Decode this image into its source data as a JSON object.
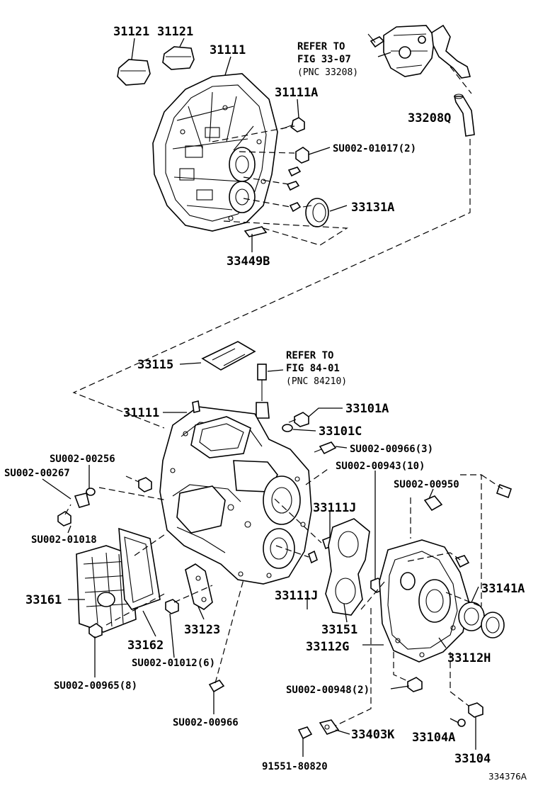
{
  "diagram": {
    "figure_number": "334376A",
    "labels": {
      "p31121a": "31121",
      "p31121b": "31121",
      "p31111_top": "31111",
      "p31111A": "31111A",
      "p33208_refer_1": "REFER TO",
      "p33208_refer_2": "FIG 33-07",
      "p33208_refer_3": "(PNC 33208)",
      "p33208Q": "33208Q",
      "pSU002_01017": "SU002-01017(2)",
      "p33131A": "33131A",
      "p33449B": "33449B",
      "p33115": "33115",
      "p84210_refer_1": "REFER TO",
      "p84210_refer_2": "FIG 84-01",
      "p84210_refer_3": "(PNC 84210)",
      "p31111_mid": "31111",
      "p33101A": "33101A",
      "p33101C": "33101C",
      "pSU002_00966_3": "SU002-00966(3)",
      "pSU002_00256": "SU002-00256",
      "pSU002_00943": "SU002-00943(10)",
      "pSU002_00267": "SU002-00267",
      "pSU002_00950": "SU002-00950",
      "pSU002_01018": "SU002-01018",
      "p33111J_a": "33111J",
      "p33111J_b": "33111J",
      "p33141A": "33141A",
      "p33161": "33161",
      "p33151": "33151",
      "p33123": "33123",
      "p33112G": "33112G",
      "p33162": "33162",
      "p33112H": "33112H",
      "pSU002_01012": "SU002-01012(6)",
      "pSU002_00965": "SU002-00965(8)",
      "pSU002_00948": "SU002-00948(2)",
      "pSU002_00966": "SU002-00966",
      "p33403K": "33403K",
      "p33104A": "33104A",
      "p91551": "91551-80820",
      "p33104": "33104"
    }
  }
}
